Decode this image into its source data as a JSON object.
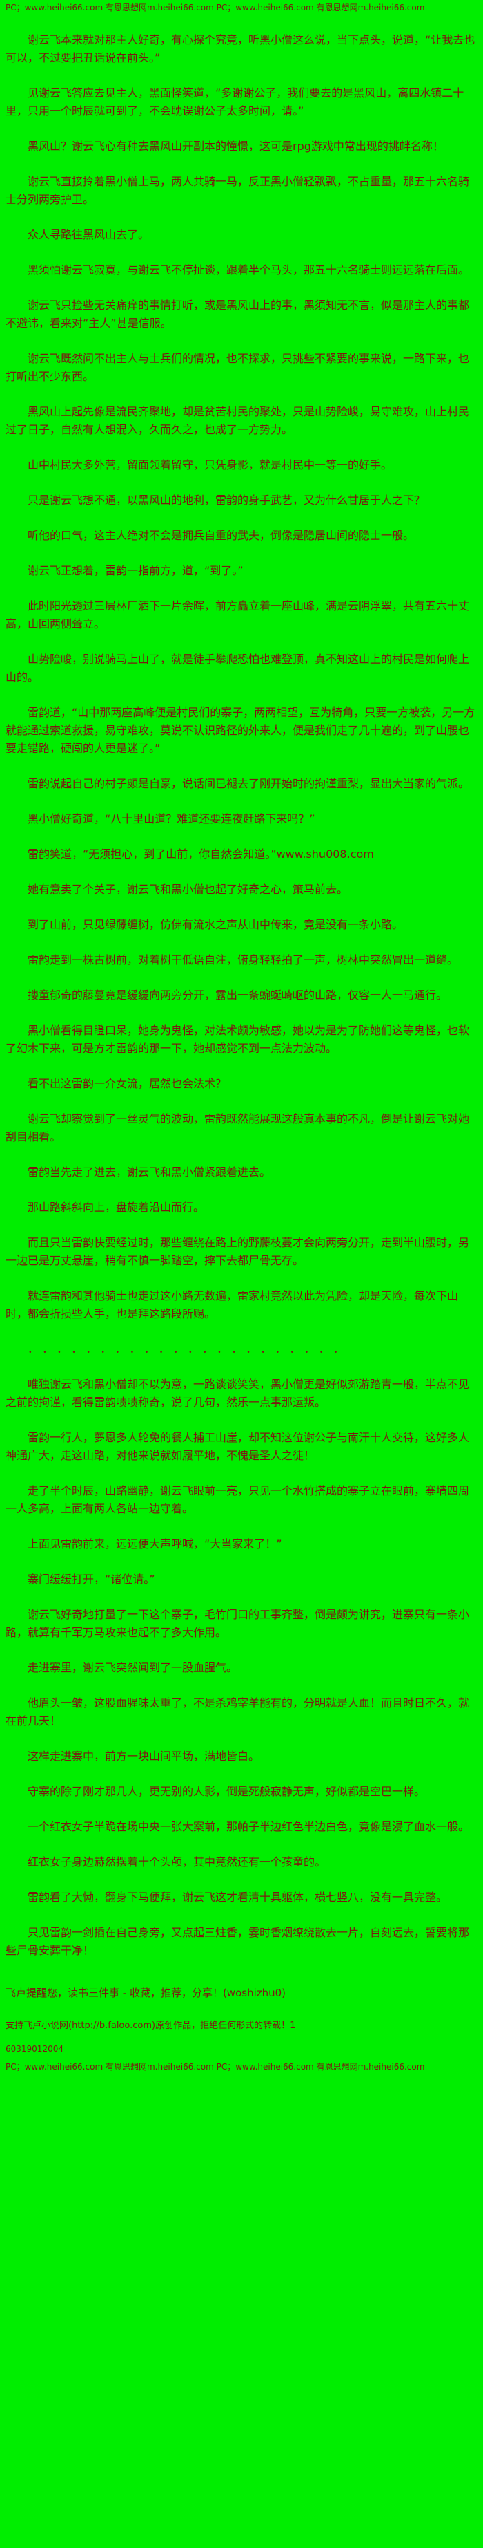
{
  "page": {
    "bg_color": "#00ee00",
    "text_color": "#7b1a10"
  },
  "header": {
    "site_line": "PC；www.heihei66.com 有恩思想网m.heihei66.com PC；www.heihei66.com 有恩思想网m.heihei66.com"
  },
  "content": {
    "paragraphs": [
      "谢云飞本来就对那主人好奇，有心探个究竟，听黑小僧这么说，当下点头，说道，“让我去也可以，不过要把丑话说在前头。”",
      "见谢云飞答应去见主人，黑面怪笑道，“多谢谢公子，我们要去的是黑风山，离四水镇二十里，只用一个时辰就可到了，不会耽误谢公子太多时间，请。”",
      "黑风山？谢云飞心有种去黑风山开副本的憧憬，这可是rpg游戏中常出现的挑衅名称！",
      "谢云飞直接拎着黑小僧上马，两人共骑一马，反正黑小僧轻飘飘，不占重量，那五十六名骑士分列两旁护卫。",
      "众人寻路往黑风山去了。",
      "黑须怕谢云飞寂寞，与谢云飞不停扯谈，跟着半个马头，那五十六名骑士则远远落在后面。",
      "谢云飞只捡些无关痛痒的事情打听，或是黑风山上的事，黑须知无不言，似是那主人的事都不避讳，看来对“主人”甚是信服。",
      "谢云飞既然问不出主人与士兵们的情况，也不探求，只挑些不紧要的事来说，一路下来，也打听出不少东西。",
      "黑风山上起先像是流民齐聚地，却是贫苦村民的聚处，只是山势险峻，易守难攻，山上村民过了日子，自然有人想混入，久而久之，也成了一方势力。",
      "山中村民大多外营，留面领着留守，只凭身影，就是村民中一等一的好手。",
      "只是谢云飞想不通，以黑风山的地利，雷韵的身手武艺，又为什么甘居于人之下？",
      "听他的口气，这主人绝对不会是拥兵自重的武夫，倒像是隐居山间的隐士一般。",
      "谢云飞正想着，雷韵一指前方，道，“到了。”",
      "此时阳光透过三层林厂洒下一片余晖，前方矗立着一座山峰，满是云阴浮翠，共有五六十丈高，山回两侧耸立。",
      "山势险峻，别说骑马上山了，就是徒手攀爬恐怕也难登顶，真不知这山上的村民是如何爬上山的。",
      "雷韵道，“山中那两座高峰便是村民们的寨子，两两相望，互为犄角，只要一方被袭，另一方就能通过索道救援，易守难攻，莫说不认识路径的外来人，便是我们走了几十遍的，到了山腰也要走错路，硬闯的人更是迷了。”",
      "雷韵说起自己的村子颇是自豪，说话间已褪去了刚开始时的拘谨重梨，显出大当家的气派。",
      "黑小僧好奇道，“八十里山道？难道还要连夜赶路下来吗？”",
      "雷韵笑道，“无须担心，到了山前，你自然会知道。”www.shu008.com",
      "她有意卖了个关子，谢云飞和黑小僧也起了好奇之心，策马前去。",
      "到了山前，只见绿藤缠树，仿佛有流水之声从山中传来，竟是没有一条小路。",
      "雷韵走到一株古树前，对着树干低语自注，俯身轻轻拍了一声，树林中突然冒出一道缝。",
      "搂童郁奇的藤蔓竟是缓缓向两旁分开，露出一条蜿蜒崎岖的山路，仅容一人一马通行。",
      "黑小僧看得目瞪口呆，她身为鬼怪，对法术颇为敏感，她以为是为了防她们这等鬼怪，也软了幻木下来，可是方才雷韵的那一下，她却感觉不到一点法力波动。",
      "看不出这雷韵一介女流，居然也会法术？",
      "谢云飞却察觉到了一丝灵气的波动，雷韵既然能展现这般真本事的不凡，倒是让谢云飞对她刮目相看。",
      "雷韵当先走了进去，谢云飞和黑小僧紧跟着进去。",
      "那山路斜斜向上，盘旋着沿山而行。",
      "而且只当雷韵快要经过时，那些缠绕在路上的野藤枝蔓才会向两旁分开，走到半山腰时，另一边已是万丈悬崖，稍有不慎一脚踏空，摔下去都尸骨无存。",
      "就连雷韵和其他骑士也走过这小路无数遍，雷家村竟然以此为凭险，却是天险，每次下山时，都会折损些人手，也是拜这路段所赐。",
      "． ． ． ． ． ． ． ． ． ． ． ． ． ． ． ． ． ． ． ． ． ．",
      "唯独谢云飞和黑小僧却不以为意，一路谈谈笑笑，黑小僧更是好似郊游踏青一般，半点不见之前的拘谨，看得雷韵啧啧称奇，说了几句，然乐一点事那运叛。",
      "雷韵一行人，夢恩多人轮免的餐人捕工山崖，却不知这位谢公子与南汗十人交待，这好多人神通广大，走这山路，对他来说就如履平地，不愧是圣人之徒！",
      "走了半个时辰，山路幽静，谢云飞眼前一亮，只见一个水竹搭成的寨子立在眼前，寨墙四周一人多高，上面有两人各站一边守着。",
      "上面见雷韵前来，远远便大声呼喊，“大当家来了！”",
      "寨门缓缓打开，“诸位请。”",
      "谢云飞好奇地打量了一下这个寨子，毛竹门口的工事齐整，倒是颇为讲究，进寨只有一条小路，就算有千军万马攻来也起不了多大作用。",
      "走进寨里，谢云飞突然闻到了一股血腥气。",
      "他眉头一皱，这股血腥味太重了，不是杀鸡宰羊能有的，分明就是人血！而且时日不久，就在前几天！",
      "这样走进寨中，前方一块山间平场，满地皆白。",
      "守寨的除了刚才那几人，更无别的人影，倒是死般寂静无声，好似都是空巴一样。",
      "一个红衣女子半跪在场中央一张大案前，那帕子半边红色半边白色，竟像是浸了血水一般。",
      "红衣女子身边赫然摆着十个头颅，其中竟然还有一个孩童的。",
      "雷韵看了大恸，翻身下马便拜，谢云飞这才看清十具躯体，横七竖八，没有一具完整。",
      "只见雷韵一剑插在自己身旁，又点起三炷香，霎时香烟缭绕散去一片，自刻远去，誓要将那些尸骨安葬干净！"
    ]
  },
  "footer": {
    "reminder": "飞卢提醒您，读书三件事 - 收藏，推荐，分享！(woshizhu0)",
    "support": "支持飞卢小说网(http://b.faloo.com)原创作品，拒绝任何形式的转载！1",
    "code": "60319012004",
    "site_line": "PC；www.heihei66.com 有恩思想网m.heihei66.com PC；www.heihei66.com 有恩思想网m.heihei66.com"
  }
}
